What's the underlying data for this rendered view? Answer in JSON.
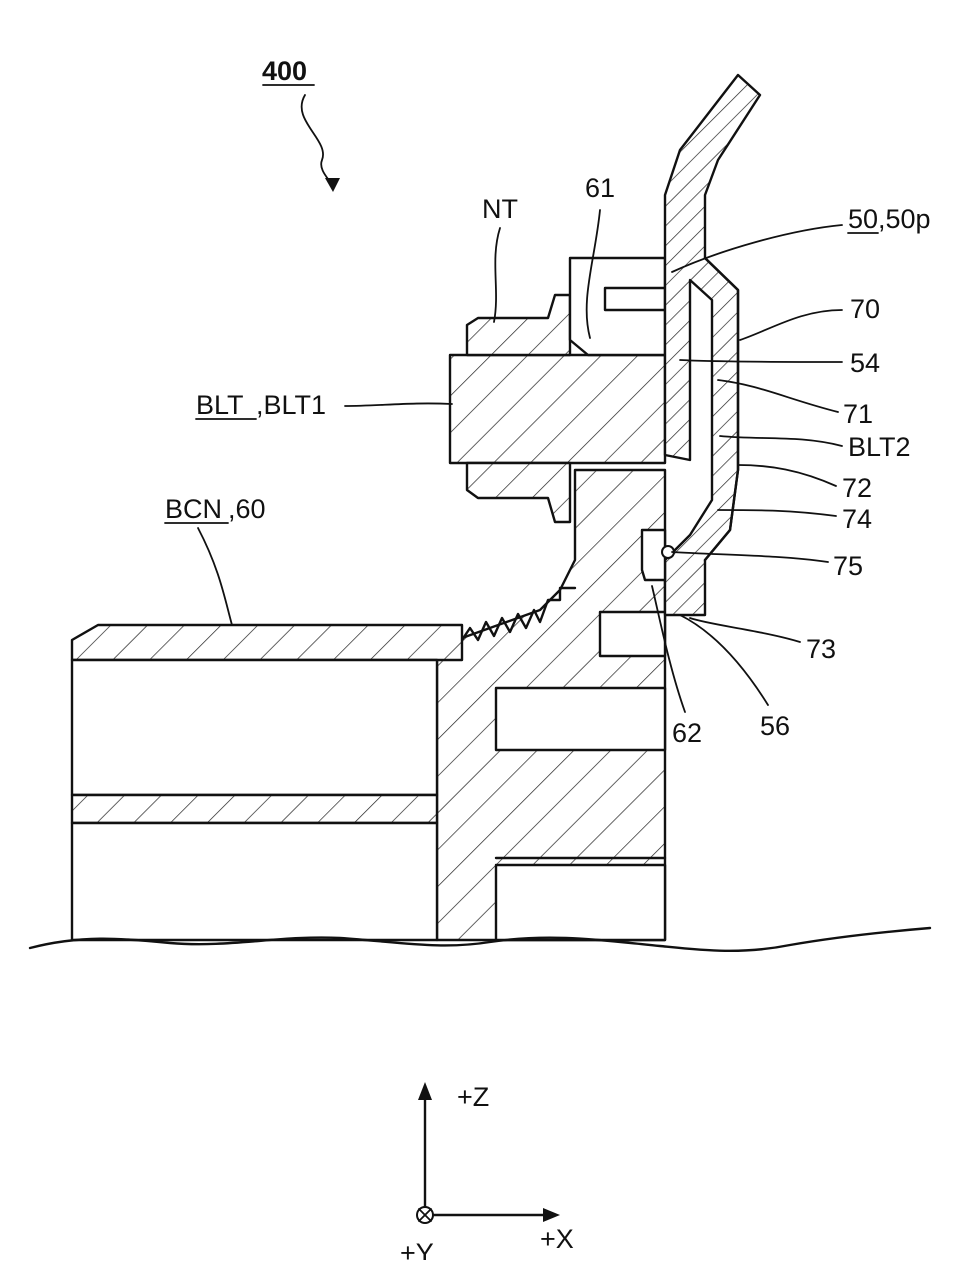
{
  "figure": {
    "ref_main": "400",
    "labels": {
      "nt": "NT",
      "r61": "61",
      "r50_ul": "50",
      "r50_rest": ",50p",
      "r70": "70",
      "r54": "54",
      "blt_ul": "BLT",
      "blt_rest": ",BLT1",
      "r71": "71",
      "blt2": "BLT2",
      "r72": "72",
      "bcn_ul": "BCN",
      "bcn_rest": ",60",
      "r74": "74",
      "r75": "75",
      "r73": "73",
      "r62": "62",
      "r56": "56"
    },
    "axes": {
      "z": "+Z",
      "x": "+X",
      "y": "+Y"
    }
  }
}
